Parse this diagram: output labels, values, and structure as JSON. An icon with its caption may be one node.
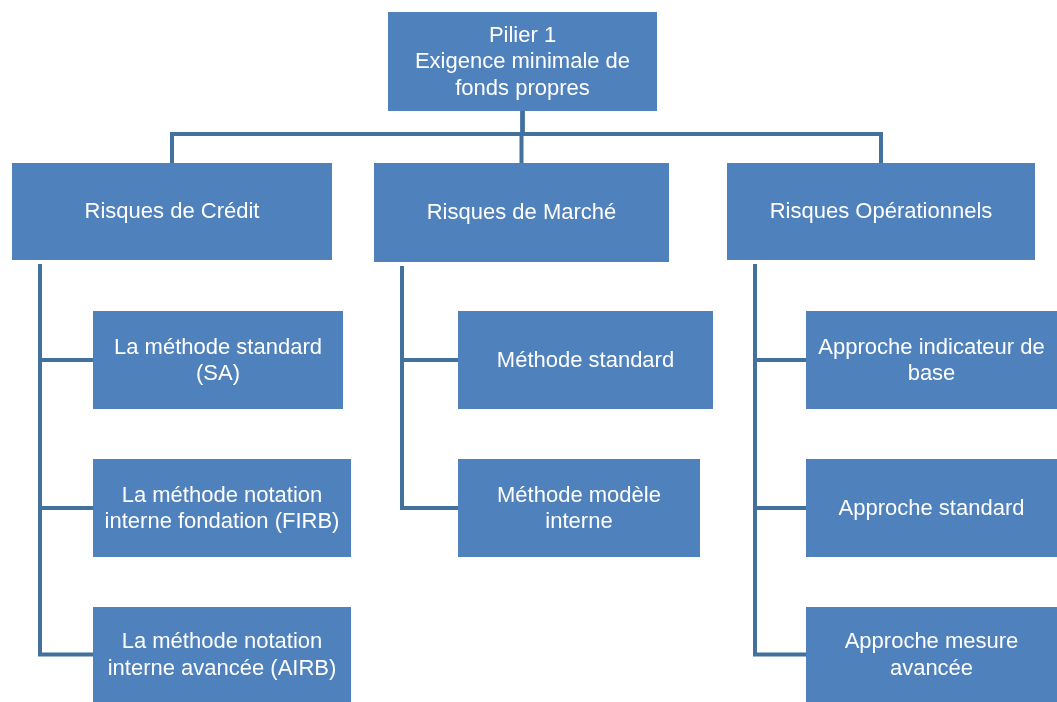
{
  "diagram": {
    "nodes": [
      {
        "text": [
          "Pilier 1",
          "Exigence minimale de fonds propres"
        ]
      },
      {
        "text": [
          "Risques de Crédit"
        ]
      },
      {
        "text": [
          "Risques de Marché"
        ]
      },
      {
        "text": [
          "Risques Opérationnels"
        ]
      },
      {
        "text": [
          "La méthode standard (SA)"
        ]
      },
      {
        "text": [
          "La méthode notation interne fondation (FIRB)"
        ]
      },
      {
        "text": [
          "La méthode notation interne avancée (AIRB)"
        ]
      },
      {
        "text": [
          "Méthode standard"
        ]
      },
      {
        "text": [
          "Méthode modèle interne"
        ]
      },
      {
        "text": [
          "Approche indicateur de base"
        ]
      },
      {
        "text": [
          "Approche standard"
        ]
      },
      {
        "text": [
          "Approche mesure avancée"
        ]
      }
    ],
    "edges": [
      {
        "from": 0,
        "to": 1,
        "arrow": "none"
      },
      {
        "from": 0,
        "to": 2,
        "arrow": "none"
      },
      {
        "from": 0,
        "to": 3,
        "arrow": "none"
      },
      {
        "from": 1,
        "to": 4,
        "arrow": "none"
      },
      {
        "from": 1,
        "to": 5,
        "arrow": "none"
      },
      {
        "from": 1,
        "to": 6,
        "arrow": "none"
      },
      {
        "from": 2,
        "to": 7,
        "arrow": "none"
      },
      {
        "from": 2,
        "to": 8,
        "arrow": "none"
      },
      {
        "from": 3,
        "to": 9,
        "arrow": "none"
      },
      {
        "from": 3,
        "to": 10,
        "arrow": "none"
      },
      {
        "from": 3,
        "to": 11,
        "arrow": "none"
      }
    ]
  }
}
